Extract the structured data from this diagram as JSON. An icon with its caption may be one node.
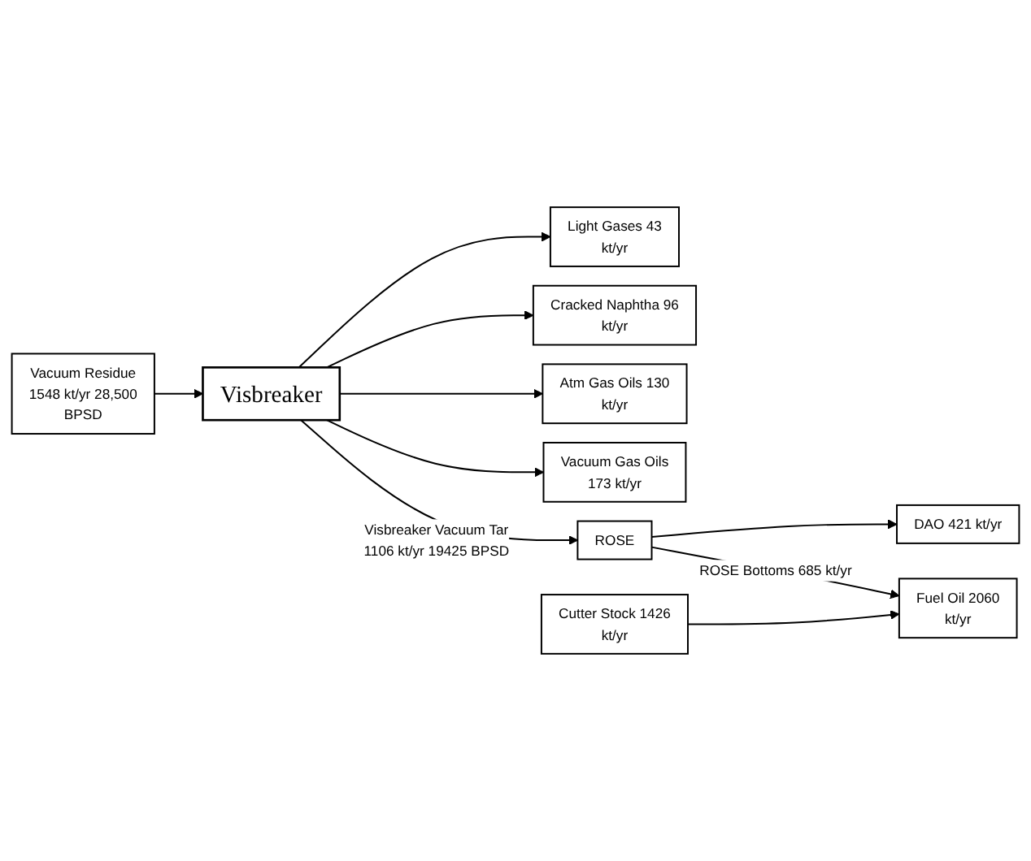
{
  "diagram": {
    "nodes": [
      {
        "text": [
          "Vacuum Residue 1548 kt/yr 28,500 BPSD"
        ]
      },
      {
        "text": [
          "Visbreaker"
        ]
      },
      {
        "text": [
          "Light Gases 43 kt/yr"
        ]
      },
      {
        "text": [
          "Cracked Naphtha 96 kt/yr"
        ]
      },
      {
        "text": [
          "Atm Gas Oils 130 kt/yr"
        ]
      },
      {
        "text": [
          "Vacuum Gas Oils 173 kt/yr"
        ]
      },
      {
        "text": [
          "ROSE"
        ]
      },
      {
        "text": [
          "DAO 421 kt/yr"
        ]
      },
      {
        "text": [
          "Cutter Stock 1426 kt/yr"
        ]
      },
      {
        "text": [
          "Fuel Oil 2060 kt/yr"
        ]
      }
    ],
    "edges": [
      {
        "from": 0,
        "to": 1,
        "arrow": "to"
      },
      {
        "from": 1,
        "to": 2,
        "arrow": "to"
      },
      {
        "from": 1,
        "to": 3,
        "arrow": "to"
      },
      {
        "from": 1,
        "to": 4,
        "arrow": "to"
      },
      {
        "from": 1,
        "to": 5,
        "arrow": "to"
      },
      {
        "from": 1,
        "to": 6,
        "arrow": "to",
        "label": "Visbreaker Vacuum Tar 1106 kt/yr 19425 BPSD"
      },
      {
        "from": 6,
        "to": 7,
        "arrow": "to"
      },
      {
        "from": 6,
        "to": 9,
        "arrow": "to",
        "label": "ROSE Bottoms 685 kt/yr"
      },
      {
        "from": 8,
        "to": 9,
        "arrow": "to"
      }
    ]
  }
}
